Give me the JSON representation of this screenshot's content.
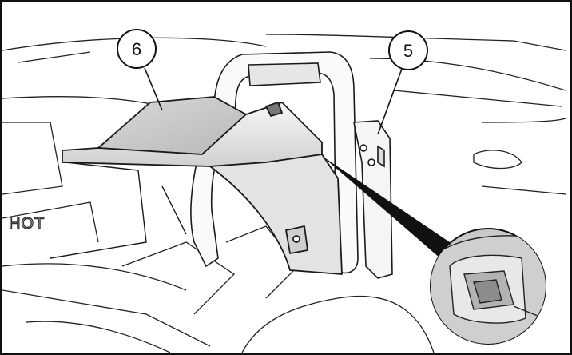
{
  "callouts": [
    {
      "label": "6"
    },
    {
      "label": "5"
    }
  ],
  "vehicle_brand_fragment": "HOT",
  "colors": {
    "line": "#1a1a1a",
    "panel_shade": "#c8c8c8",
    "panel_light": "#f2f2f2",
    "detail_gray": "#9a9a9a"
  }
}
